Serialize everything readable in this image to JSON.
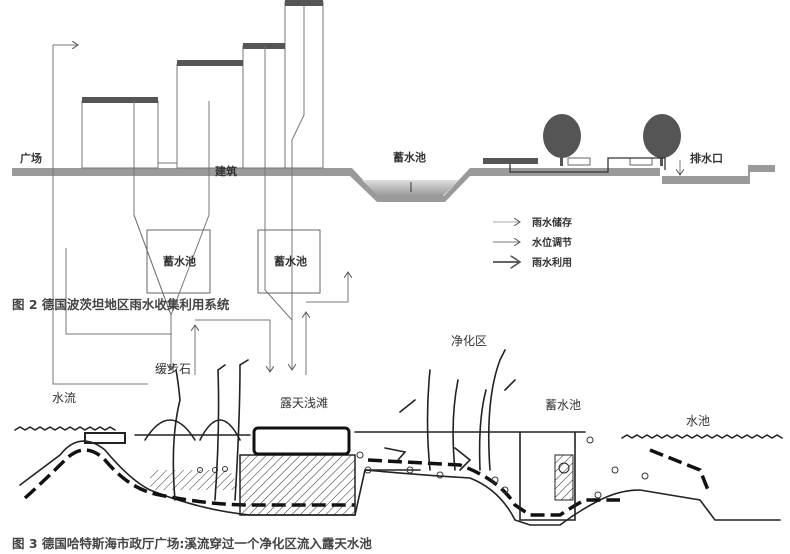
{
  "figure2": {
    "labels": {
      "plaza": "广场",
      "building": "建筑",
      "basin": "蓄水池",
      "outlet": "排水口",
      "tank_left": "蓄水池",
      "tank_right": "蓄水池"
    },
    "legend": [
      {
        "label": "雨水储存",
        "color": "#aaaaaa"
      },
      {
        "label": "水位调节",
        "color": "#777777"
      },
      {
        "label": "雨水利用",
        "color": "#333333"
      }
    ],
    "caption": "图 2   德国波茨坦地区雨水收集利用系统"
  },
  "figure3": {
    "labels": {
      "stream": "水流",
      "stepping_stones": "缓步石",
      "open_shoal": "露天浅滩",
      "purification_zone": "净化区",
      "cistern": "蓄水池",
      "pond": "水池"
    },
    "caption": "图 3   德国哈特斯海市政厅广场:溪流穿过一个净化区流入露天水池"
  }
}
